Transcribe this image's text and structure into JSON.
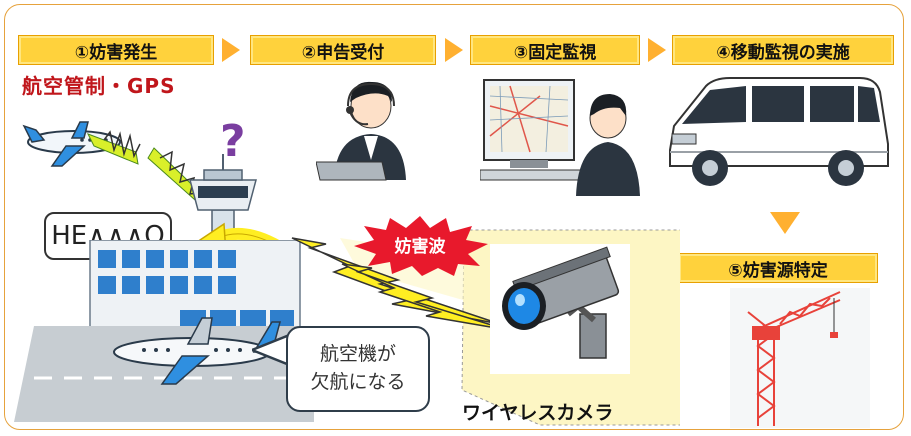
{
  "steps": [
    {
      "label": "①妨害発生"
    },
    {
      "label": "②申告受付"
    },
    {
      "label": "③固定監視"
    },
    {
      "label": "④移動監視の実施"
    },
    {
      "label": "⑤妨害源特定"
    }
  ],
  "atc_label": "航空管制・GPS",
  "radio_message": "HE∧∧∧O",
  "question_mark": "?",
  "interference_label": "妨害波",
  "cancel_callout": {
    "line1": "航空機が",
    "line2": "欠航になる"
  },
  "camera_label": "ワイヤレスカメラ",
  "colors": {
    "step_fill": "#ffd23c",
    "arrow": "#ffb030",
    "callout_red": "#c0161b",
    "burst": "#e8192c",
    "bolt": "#ffee22"
  }
}
